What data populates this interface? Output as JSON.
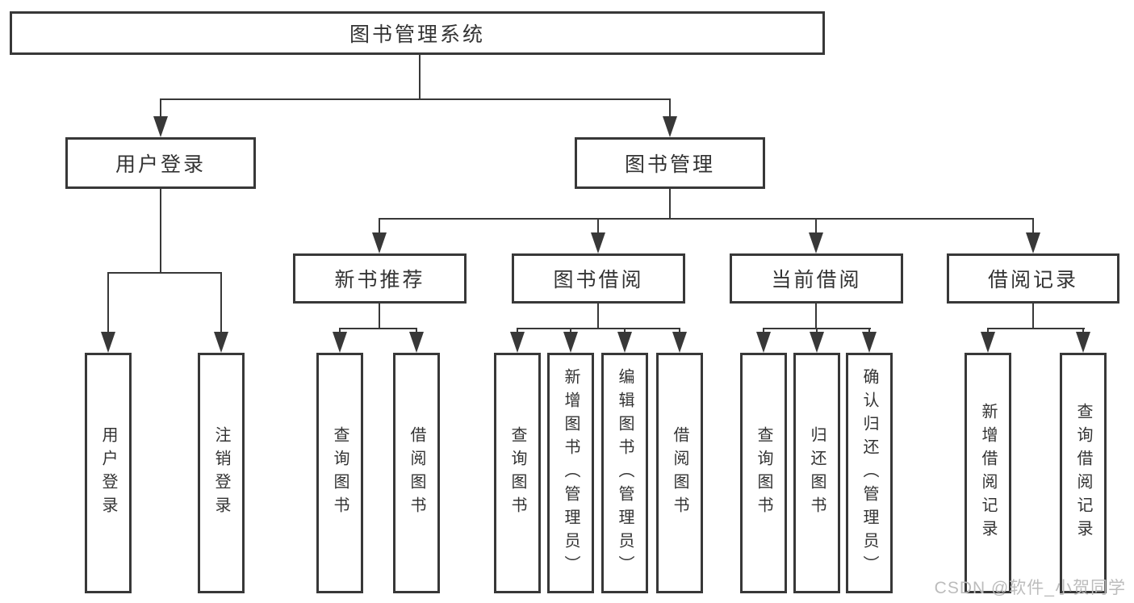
{
  "diagram": {
    "type": "tree",
    "tree": {
      "root": {
        "label": "图书管理系统"
      },
      "children": [
        {
          "label": "用户登录",
          "children": [
            {
              "label": "用户登录"
            },
            {
              "label": "注销登录"
            }
          ]
        },
        {
          "label": "图书管理",
          "children": [
            {
              "label": "新书推荐",
              "children": [
                {
                  "label": "查询图书"
                },
                {
                  "label": "借阅图书"
                }
              ]
            },
            {
              "label": "图书借阅",
              "children": [
                {
                  "label": "查询图书"
                },
                {
                  "label": "新增图书（管理员）"
                },
                {
                  "label": "编辑图书（管理员）"
                },
                {
                  "label": "借阅图书"
                }
              ]
            },
            {
              "label": "当前借阅",
              "children": [
                {
                  "label": "查询图书"
                },
                {
                  "label": "归还图书"
                },
                {
                  "label": "确认归还（管理员）"
                }
              ]
            },
            {
              "label": "借阅记录",
              "children": [
                {
                  "label": "新增借阅记录"
                },
                {
                  "label": "查询借阅记录"
                }
              ]
            }
          ]
        }
      ]
    }
  },
  "watermark": {
    "text": "CSDN @软件_小贺同学"
  },
  "colors": {
    "background": "#ffffff",
    "line": "#383838",
    "border": "#383838",
    "text": "#333333",
    "watermark": "#bcbcbc"
  }
}
